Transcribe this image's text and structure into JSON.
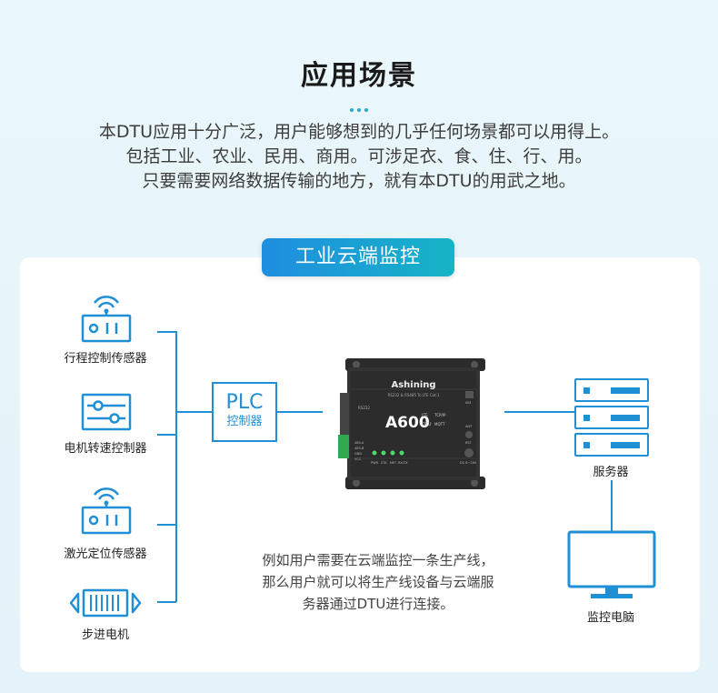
{
  "header": {
    "title": "应用场景",
    "intro_lines": [
      "本DTU应用十分广泛，用户能够想到的几乎任何场景都可以用得上。",
      "包括工业、农业、民用、商用。可涉足衣、食、住、行、用。",
      "只要需要网络数据传输的地方，就有本DTU的用武之地。"
    ]
  },
  "section": {
    "badge": "工业云端监控"
  },
  "devices": [
    {
      "label": "行程控制传感器",
      "icon": "wifi-sensor-icon"
    },
    {
      "label": "电机转速控制器",
      "icon": "slider-controller-icon"
    },
    {
      "label": "激光定位传感器",
      "icon": "wifi-sensor-icon"
    },
    {
      "label": "步进电机",
      "icon": "stepper-motor-icon"
    }
  ],
  "plc": {
    "title": "PLC",
    "subtitle": "控制器"
  },
  "dtu": {
    "brand": "Ashining",
    "model": "A600",
    "sub_model": "DTU",
    "feature_1": "TCP/IP",
    "feature_2": "MQTT",
    "feature_3": "LTE",
    "rs232": "RS232",
    "header_text": "RS232 & RS485 To LTE Cat-1",
    "pin_labels": [
      "485-A",
      "485-B",
      "GND",
      "VCC"
    ],
    "led_labels": [
      "PWR",
      "STA",
      "NET",
      "RX/TX"
    ],
    "right_labels": [
      "SIM",
      "ANT",
      "RST",
      "DC 8~28V"
    ]
  },
  "server": {
    "label": "服务器"
  },
  "monitor": {
    "label": "监控电脑"
  },
  "description_lines": [
    "例如用户需要在云端监控一条生产线，",
    "那么用户就可以将生产线设备与云端服",
    "务器通过DTU进行连接。"
  ],
  "colors": {
    "accent": "#1f8fd6",
    "badge_start": "#1f8ee0",
    "badge_end": "#16b4c6"
  }
}
